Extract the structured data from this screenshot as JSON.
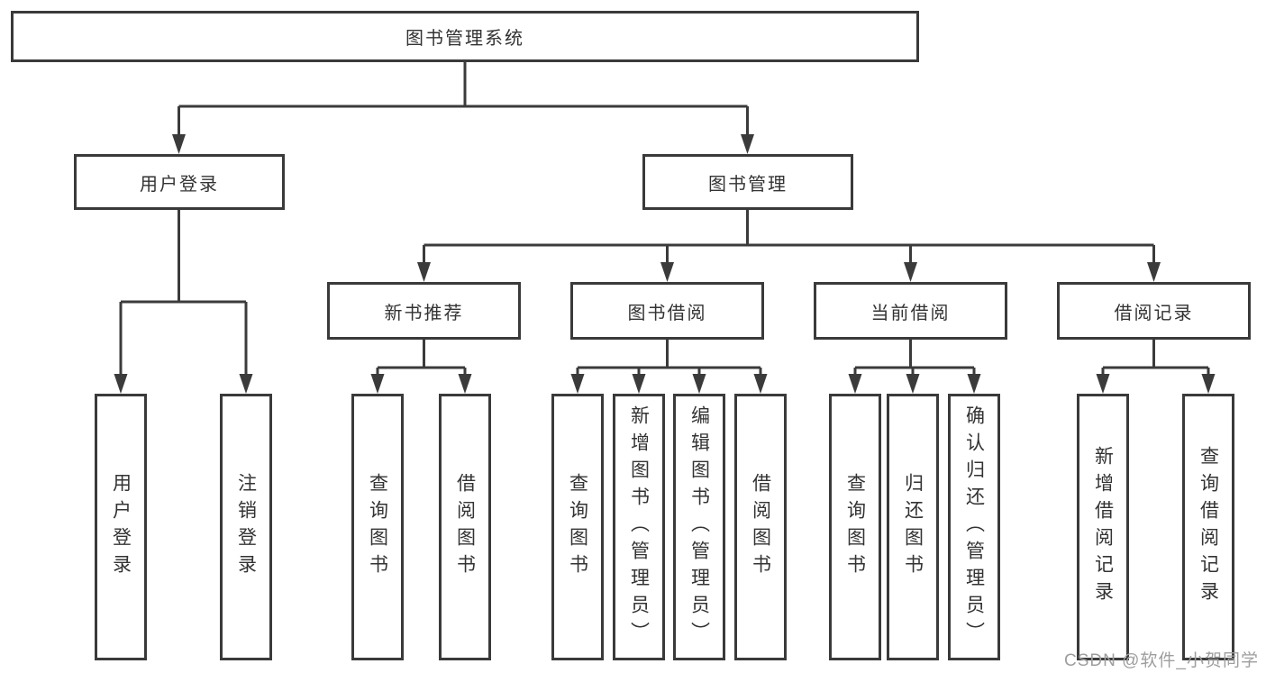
{
  "colors": {
    "background": "#ffffff",
    "box_border": "#3a3a3a",
    "connector_line": "#3b3b3b",
    "text": "#333333",
    "watermark_text": "#9e9e9e"
  },
  "tree": {
    "root": "图书管理系统",
    "level2": [
      "用户登录",
      "图书管理"
    ],
    "level3": [
      "新书推荐",
      "图书借阅",
      "当前借阅",
      "借阅记录"
    ],
    "leaves": {
      "user_login": [
        "用户登录",
        "注销登录"
      ],
      "new_book_rec": [
        "查询图书",
        "借阅图书"
      ],
      "book_borrow": [
        "查询图书",
        "新增图书（管理员）",
        "编辑图书（管理员）",
        "借阅图书"
      ],
      "current_borrow": [
        "查询图书",
        "归还图书",
        "确认归还（管理员）"
      ],
      "borrow_records": [
        "新增借阅记录",
        "查询借阅记录"
      ]
    }
  },
  "watermark": "CSDN @软件_小贺同学"
}
